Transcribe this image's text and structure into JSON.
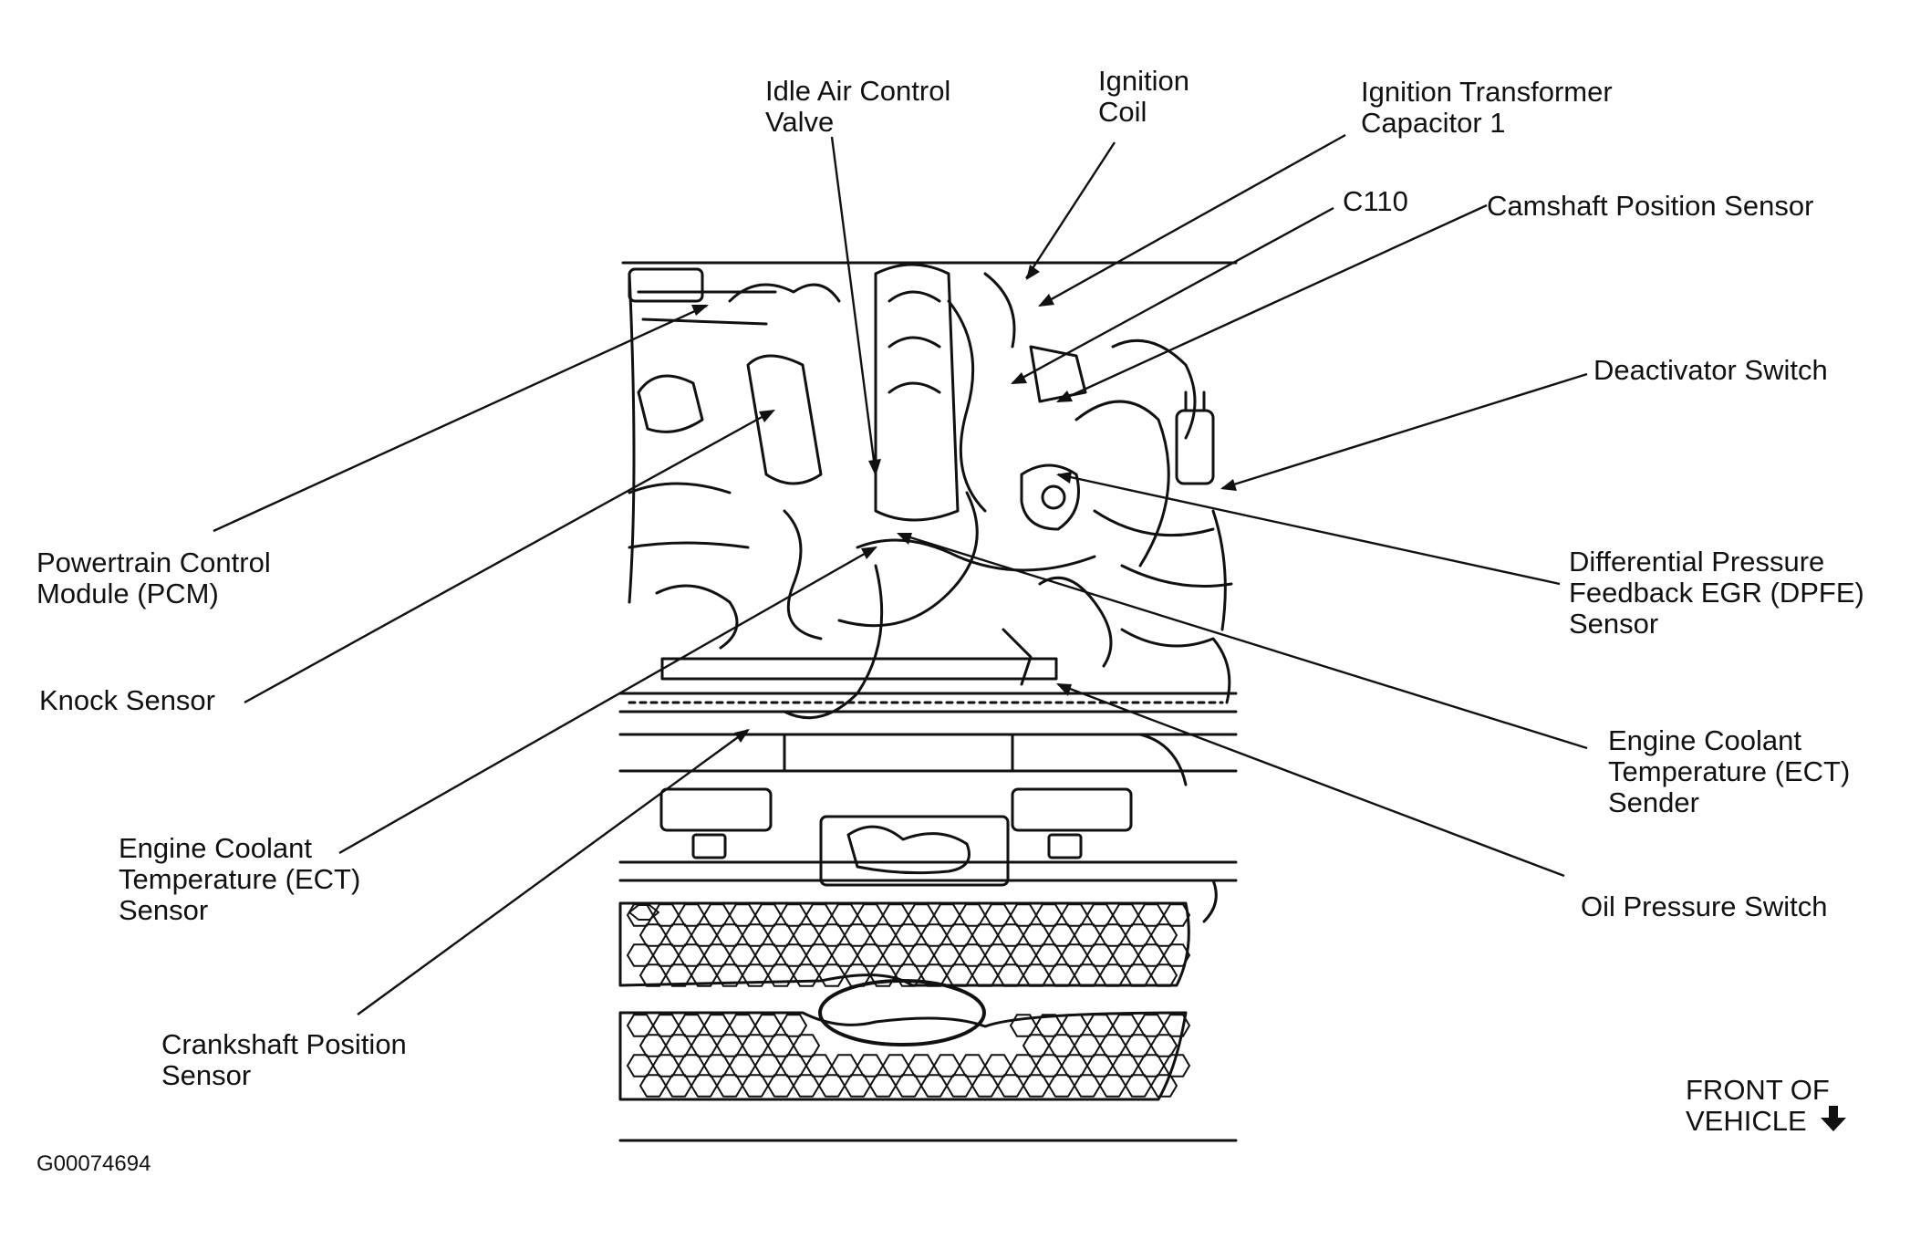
{
  "labels": {
    "idle_air": "Idle Air Control\nValve",
    "ignition_coil": "Ignition\nCoil",
    "ignition_transformer": "Ignition Transformer\nCapacitor 1",
    "c110": "C110",
    "camshaft": "Camshaft Position Sensor",
    "deactivator": "Deactivator Switch",
    "pcm": "Powertrain Control\nModule (PCM)",
    "dpfe": "Differential Pressure\nFeedback EGR (DPFE)\nSensor",
    "knock": "Knock Sensor",
    "ect_sender": "Engine Coolant\nTemperature (ECT)\nSender",
    "ect_sensor": "Engine Coolant\nTemperature (ECT)\nSensor",
    "oil_pressure": "Oil Pressure Switch",
    "crankshaft": "Crankshaft Position\nSensor",
    "front": "FRONT OF\nVEHICLE"
  },
  "figure_id": "G00074694",
  "colors": {
    "ink": "#111111",
    "background": "#ffffff"
  }
}
